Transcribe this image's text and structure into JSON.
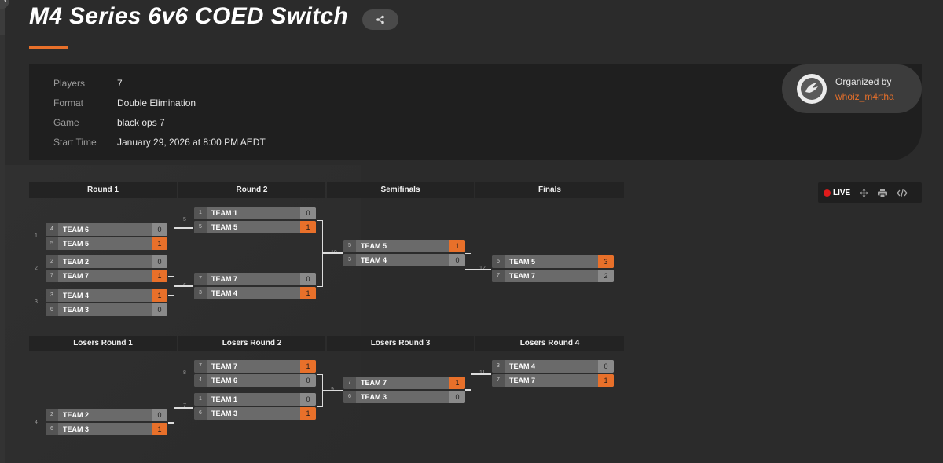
{
  "title": "M4 Series 6v6 COED Switch",
  "info": [
    {
      "label": "Players",
      "value": "7"
    },
    {
      "label": "Format",
      "value": "Double Elimination"
    },
    {
      "label": "Game",
      "value": "black ops 7"
    },
    {
      "label": "Start Time",
      "value": "January 29, 2026 at 8:00 PM AEDT"
    }
  ],
  "organizer": {
    "label": "Organized by",
    "name": "whoiz_m4rtha"
  },
  "toolbar": {
    "live": "LIVE",
    "icons": [
      "move-icon",
      "print-icon",
      "embed-code-icon"
    ]
  },
  "accent_color": "#e8702a",
  "upper_rounds": [
    "Round 1",
    "Round 2",
    "Semifinals",
    "Finals"
  ],
  "lower_rounds": [
    "Losers Round 1",
    "Losers Round 2",
    "Losers Round 3",
    "Losers Round 4"
  ],
  "matches": {
    "m1": {
      "num": "1",
      "teams": [
        {
          "seed": "4",
          "name": "TEAM 6",
          "score": "0"
        },
        {
          "seed": "5",
          "name": "TEAM 5",
          "score": "1"
        }
      ]
    },
    "m2": {
      "num": "2",
      "teams": [
        {
          "seed": "2",
          "name": "TEAM 2",
          "score": "0"
        },
        {
          "seed": "7",
          "name": "TEAM 7",
          "score": "1"
        }
      ]
    },
    "m3": {
      "num": "3",
      "teams": [
        {
          "seed": "3",
          "name": "TEAM 4",
          "score": "1"
        },
        {
          "seed": "6",
          "name": "TEAM 3",
          "score": "0"
        }
      ]
    },
    "m5": {
      "num": "5",
      "teams": [
        {
          "seed": "1",
          "name": "TEAM 1",
          "score": "0"
        },
        {
          "seed": "5",
          "name": "TEAM 5",
          "score": "1"
        }
      ]
    },
    "m6": {
      "num": "6",
      "teams": [
        {
          "seed": "7",
          "name": "TEAM 7",
          "score": "0"
        },
        {
          "seed": "3",
          "name": "TEAM 4",
          "score": "1"
        }
      ]
    },
    "m10": {
      "num": "10",
      "teams": [
        {
          "seed": "5",
          "name": "TEAM 5",
          "score": "1"
        },
        {
          "seed": "3",
          "name": "TEAM 4",
          "score": "0"
        }
      ]
    },
    "m12": {
      "num": "12",
      "teams": [
        {
          "seed": "5",
          "name": "TEAM 5",
          "score": "3"
        },
        {
          "seed": "7",
          "name": "TEAM 7",
          "score": "2"
        }
      ]
    },
    "m4": {
      "num": "4",
      "teams": [
        {
          "seed": "2",
          "name": "TEAM 2",
          "score": "0"
        },
        {
          "seed": "6",
          "name": "TEAM 3",
          "score": "1"
        }
      ]
    },
    "m8": {
      "num": "8",
      "teams": [
        {
          "seed": "7",
          "name": "TEAM 7",
          "score": "1"
        },
        {
          "seed": "4",
          "name": "TEAM 6",
          "score": "0"
        }
      ]
    },
    "m7": {
      "num": "7",
      "teams": [
        {
          "seed": "1",
          "name": "TEAM 1",
          "score": "0"
        },
        {
          "seed": "6",
          "name": "TEAM 3",
          "score": "1"
        }
      ]
    },
    "m9": {
      "num": "9",
      "teams": [
        {
          "seed": "7",
          "name": "TEAM 7",
          "score": "1"
        },
        {
          "seed": "6",
          "name": "TEAM 3",
          "score": "0"
        }
      ]
    },
    "m11": {
      "num": "11",
      "teams": [
        {
          "seed": "3",
          "name": "TEAM 4",
          "score": "0"
        },
        {
          "seed": "7",
          "name": "TEAM 7",
          "score": "1"
        }
      ]
    }
  }
}
